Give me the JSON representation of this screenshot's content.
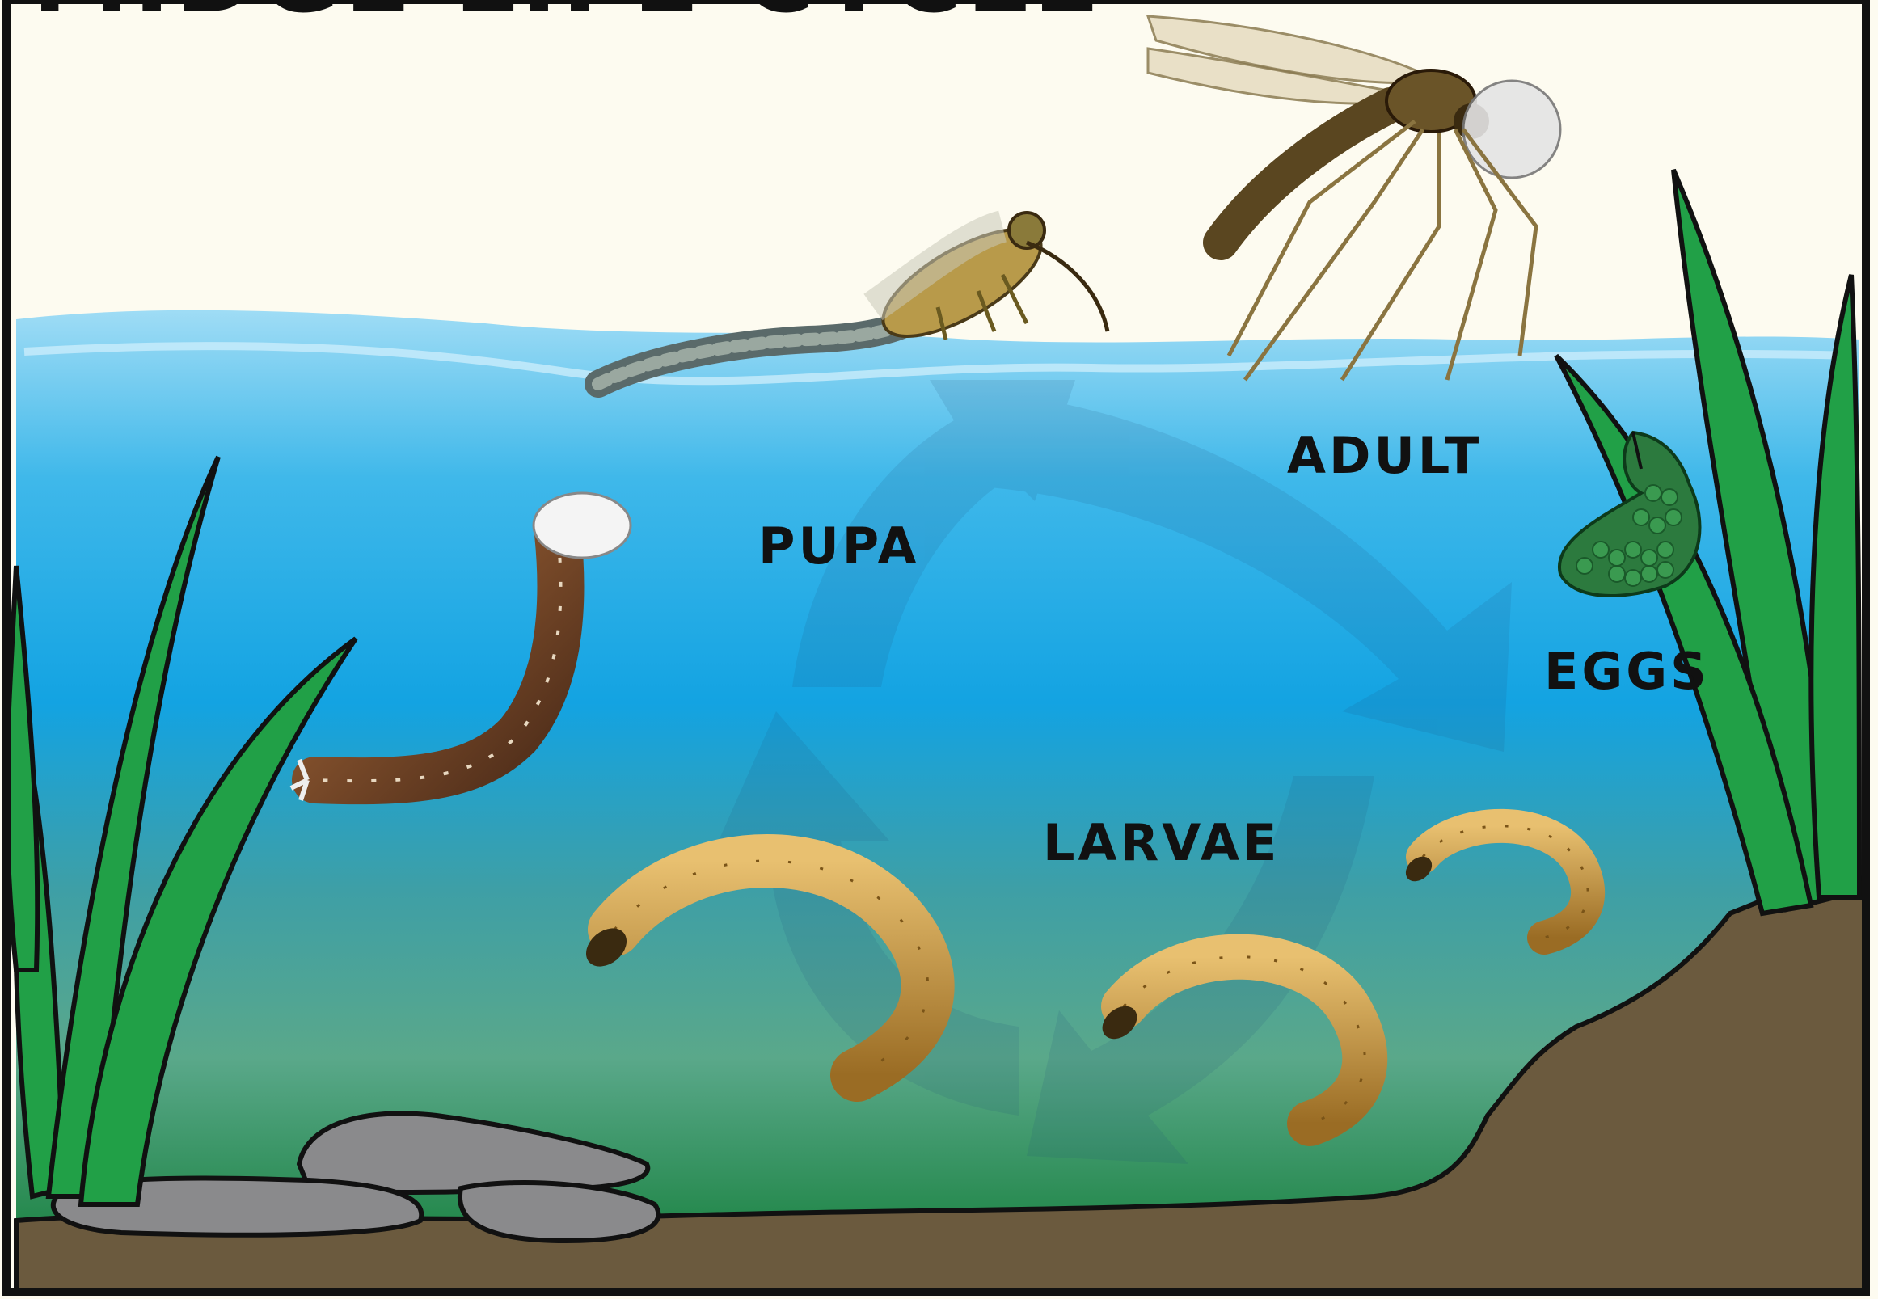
{
  "title": "MIDGE LIFE CYCLE",
  "stages": {
    "adult": "ADULT",
    "eggs": "EGGS",
    "larvae": "LARVAE",
    "pupa": "PUPA"
  },
  "colors": {
    "sky": "#fdfbf0",
    "water_top": "#7fd0f2",
    "water_mid": "#1aa6e0",
    "water_bottom": "#1f8a45",
    "sediment": "#6b5a3e",
    "plant": "#21a047",
    "rock": "#8a8a8c",
    "label": "#111111"
  }
}
